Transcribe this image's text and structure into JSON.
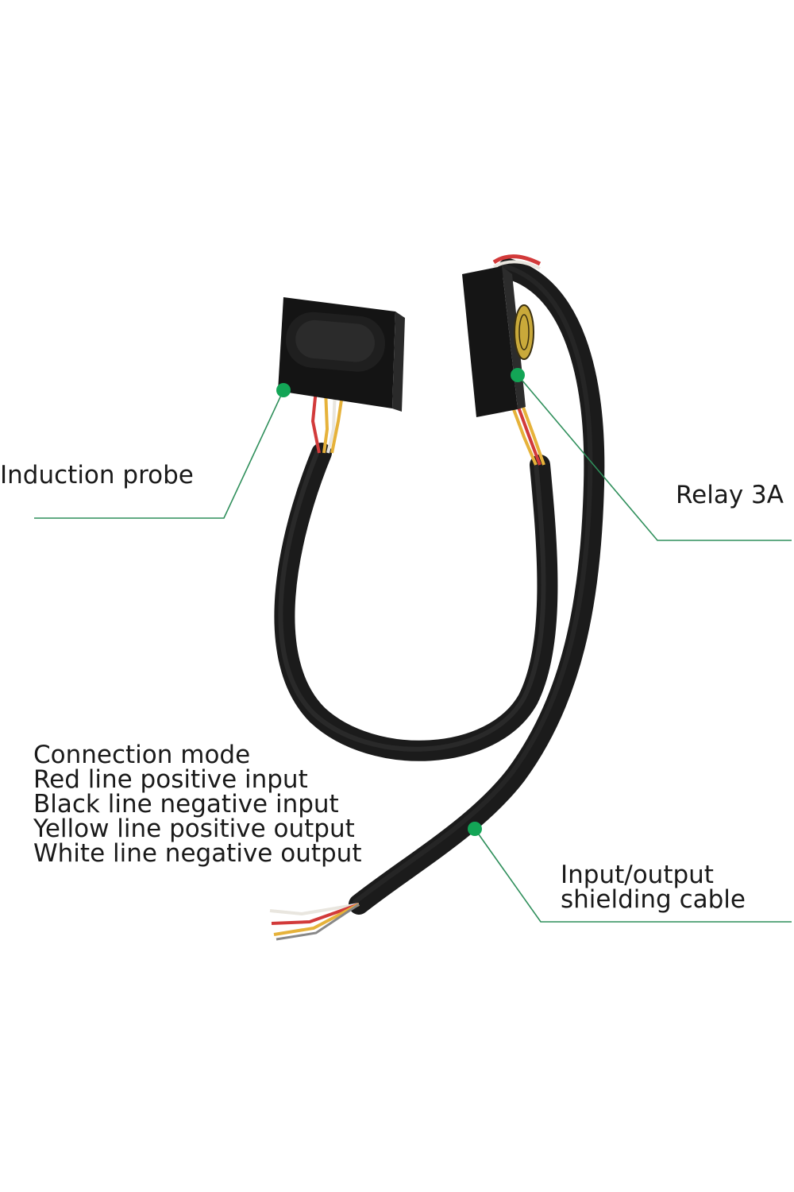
{
  "colors": {
    "background": "#ffffff",
    "callout_line": "#2f8f5b",
    "callout_dot": "#13a556",
    "cable": "#1b1b1b",
    "wire_red": "#d23a3a",
    "wire_yellow": "#e6b23a",
    "wire_white": "#e9e6df",
    "wire_black": "#2a2a2a"
  },
  "labels": {
    "induction_probe": "Induction probe",
    "relay": "Relay 3A",
    "cable": [
      "Input/output",
      "shielding cable"
    ]
  },
  "connection_mode": {
    "title": "Connection mode",
    "lines": [
      "Red line positive input",
      "Black line negative input",
      "Yellow line positive output",
      "White line negative output"
    ]
  },
  "relay_sticker_text": ""
}
